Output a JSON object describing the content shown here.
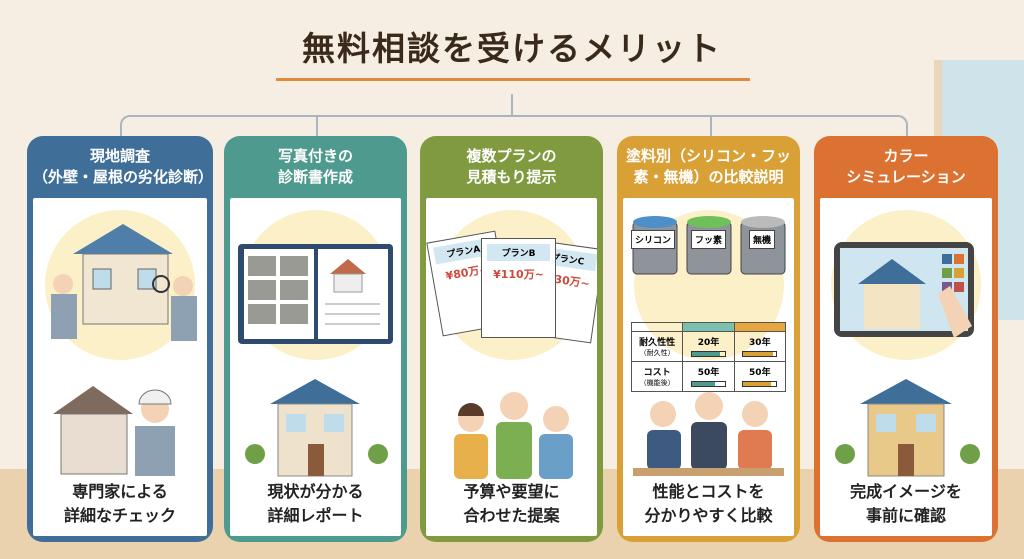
{
  "title": "無料相談を受けるメリット",
  "cards": [
    {
      "header": "現地調査\n（外壁・屋根の劣化診断）",
      "caption": "専門家による\n詳細なチェック",
      "color": "#3f6f99"
    },
    {
      "header": "写真付きの\n診断書作成",
      "caption": "現状が分かる\n詳細レポート",
      "color": "#4f9a8e"
    },
    {
      "header": "複数プランの\n見積もり提示",
      "caption": "予算や要望に\n合わせた提案",
      "color": "#809b3f",
      "plans": [
        {
          "name": "プランA",
          "price": "¥80万~"
        },
        {
          "name": "プランB",
          "price": "¥110万~"
        },
        {
          "name": "プランC",
          "price": "¥130万~"
        }
      ]
    },
    {
      "header": "塗料別（シリコン・フッ\n素・無機）の比較説明",
      "caption": "性能とコストを\n分かりやすく比較",
      "color": "#d9a036",
      "cans": [
        "シリコン",
        "フッ素",
        "無機"
      ],
      "table": {
        "rows": [
          {
            "label": "耐久性性",
            "sub": "（耐久性）",
            "a": "20年",
            "b": "30年",
            "a_fill": 0.85,
            "b_fill": 0.9
          },
          {
            "label": "コスト",
            "sub": "（機能後）",
            "a": "50年",
            "b": "50年",
            "a_fill": 0.7,
            "b_fill": 0.85
          }
        ]
      }
    },
    {
      "header": "カラー\nシミュレーション",
      "caption": "完成イメージを\n事前に確認",
      "color": "#dc7232"
    }
  ]
}
